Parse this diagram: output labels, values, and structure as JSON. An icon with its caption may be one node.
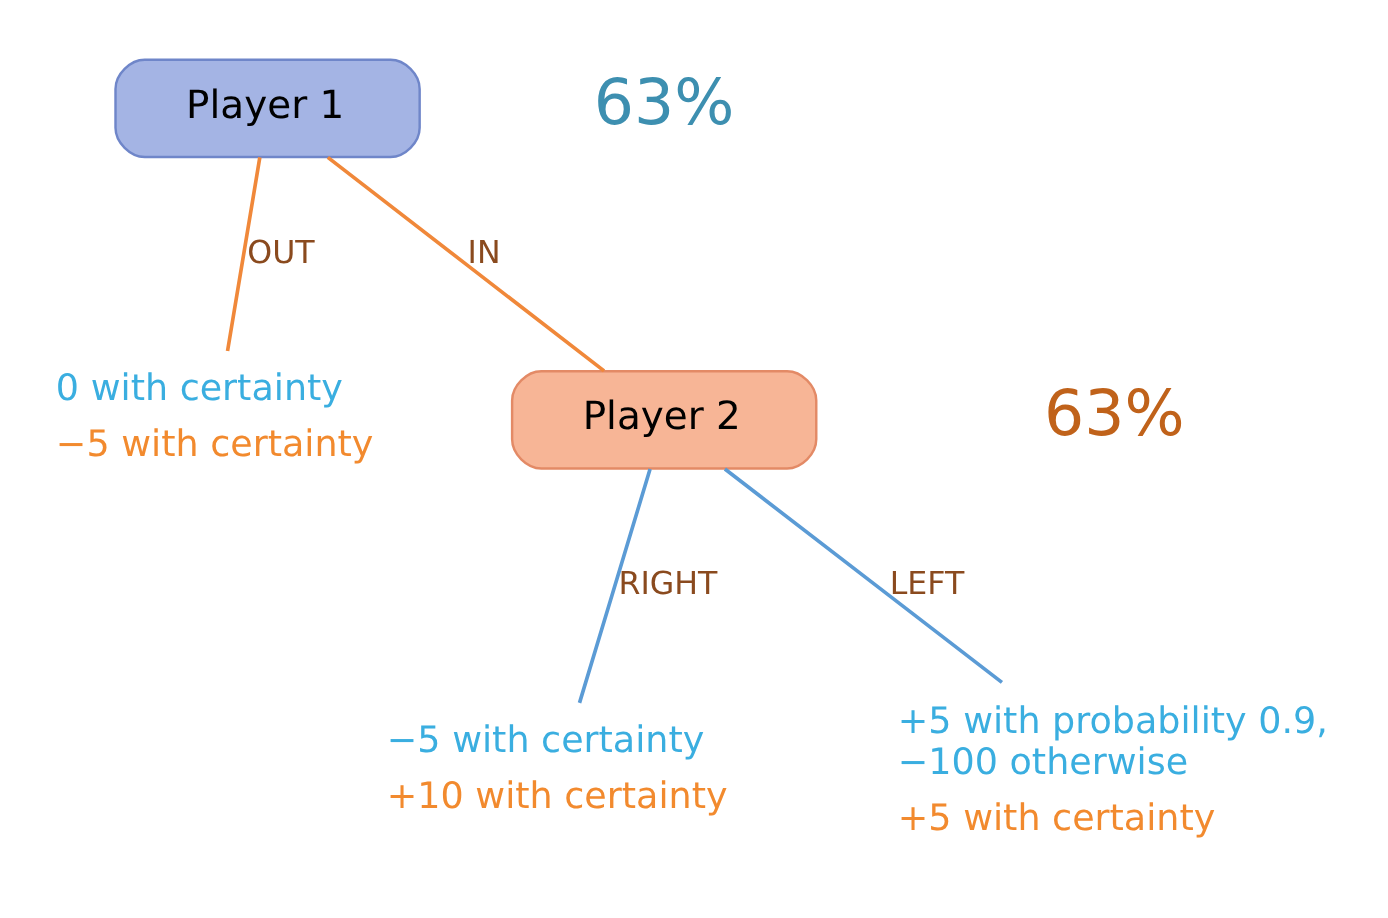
{
  "diagram": {
    "nodes": [
      {
        "text": [
          "Player 1"
        ]
      },
      {
        "text": [
          "Player 2"
        ]
      },
      {
        "text": [
          "0 with certainty",
          "−5 with certainty"
        ]
      },
      {
        "text": [
          "+5 with probability 0.9, −100 otherwise",
          "+5 with certainty"
        ]
      },
      {
        "text": [
          "−5 with certainty",
          "+10 with certainty"
        ]
      }
    ],
    "edges": [
      {
        "from": 0,
        "to": 1,
        "arrow": "none",
        "label": "IN",
        "color": "#f0883a"
      },
      {
        "from": 0,
        "to": 2,
        "arrow": "none",
        "label": "OUT",
        "color": "#f0883a"
      },
      {
        "from": 1,
        "to": 3,
        "arrow": "none",
        "label": "LEFT",
        "color": "#5b9bd5"
      },
      {
        "from": 1,
        "to": 4,
        "arrow": "none",
        "label": "RIGHT",
        "color": "#5b9bd5"
      }
    ],
    "labels": [
      "63%",
      "63%"
    ]
  }
}
